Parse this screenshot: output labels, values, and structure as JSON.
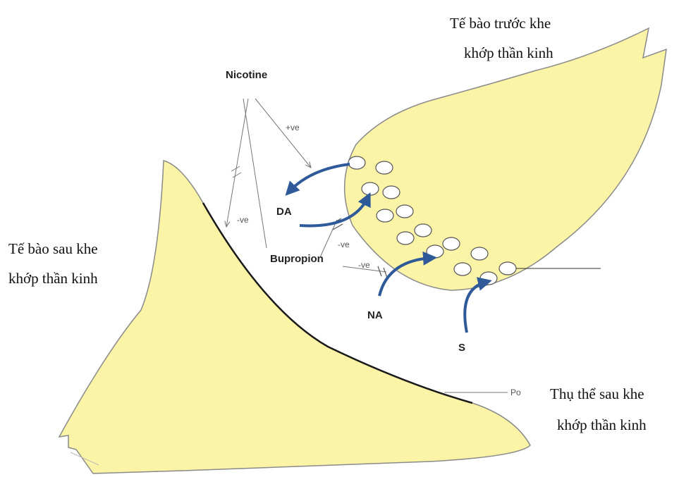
{
  "labels": {
    "presynaptic_line1": "Tế bào trước khe",
    "presynaptic_line2": "khớp thần kinh",
    "postsynaptic_line1": "Tế bào sau khe",
    "postsynaptic_line2": "khớp thần kinh",
    "receptor_line1": "Thụ thể sau khe",
    "receptor_line2": "khớp thần kinh",
    "nicotine": "Nicotine",
    "bupropion": "Bupropion",
    "dopamine": "DA",
    "noradrenaline": "NA",
    "serotonin": "S",
    "po": "Po",
    "plus_ve": "+ve",
    "minus_ve_nicotine": "-ve",
    "minus_ve_da": "-ve",
    "minus_ve_na": "-ve"
  },
  "colors": {
    "cell_fill": "#fbf3a6",
    "cell_stroke": "#8a8a8a",
    "arrow_blue": "#2f5a9a",
    "line_gray": "#777777"
  }
}
